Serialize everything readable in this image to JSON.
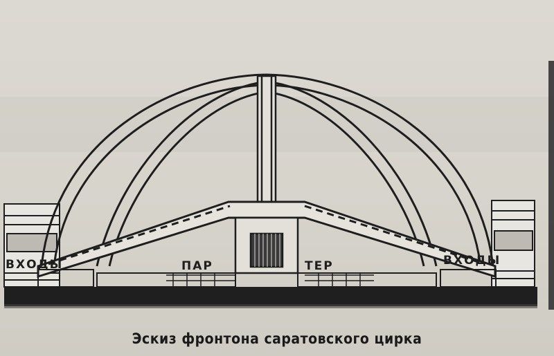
{
  "image": {
    "left_label": "ВХОДЫ",
    "right_label": "ВХОДЫ",
    "center_left_label": "ПАР",
    "center_right_label": "ТЕР",
    "caption": "Эскиз фронтона саратовского цирка"
  },
  "colors": {
    "paper": "#d9d6cf",
    "ink": "#1e1e1e"
  }
}
